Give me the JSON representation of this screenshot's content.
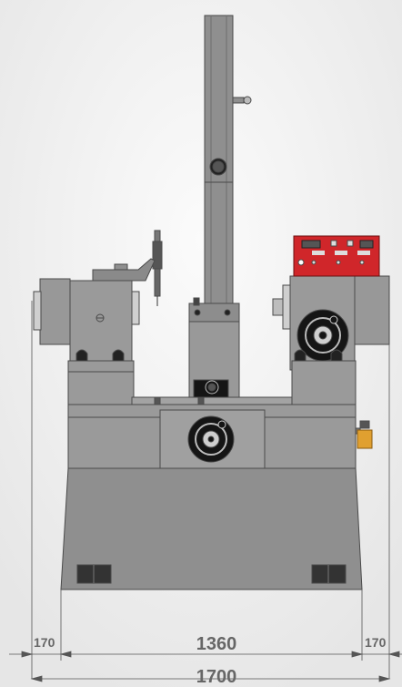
{
  "dimensions": {
    "left_overhang": "170",
    "base_width": "1360",
    "right_overhang": "170",
    "overall_width": "1700"
  },
  "colors": {
    "background": "#f3f3f3",
    "machine_gray": "#8f8f8f",
    "machine_light": "#9c9c9c",
    "outline": "#4a4a4a",
    "control_panel_red": "#d0262a",
    "oiler_amber": "#e0a030",
    "dimension_text": "#666666"
  }
}
